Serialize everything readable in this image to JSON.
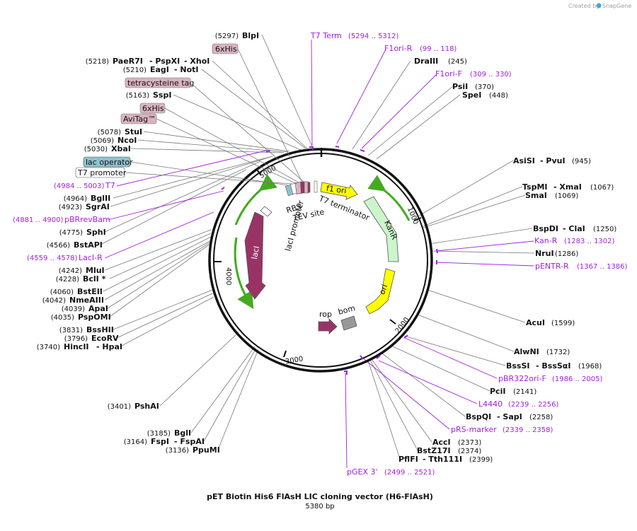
{
  "credit": {
    "prefix": "Created by",
    "brand": "SnapGene"
  },
  "plasmid": {
    "name": "pET Biotin His6 FlAsH LIC cloning vector (H6-FlAsH)",
    "length_label": "5380 bp"
  },
  "ticks": [
    "1000",
    "2000",
    "3000",
    "4000",
    "5000"
  ],
  "sites": [
    {
      "name": "BlpI",
      "pos": "(5297)"
    },
    {
      "name": "PaeR7I",
      "extra": "- PspXI",
      "extra2": "- XhoI",
      "pos": "(5218)"
    },
    {
      "name": "EagI",
      "extra": "- NotI",
      "pos": "(5210)"
    },
    {
      "name": "SspI",
      "pos": "(5163)"
    },
    {
      "name": "StuI",
      "pos": "(5078)"
    },
    {
      "name": "NcoI",
      "pos": "(5069)"
    },
    {
      "name": "XbaI",
      "pos": "(5030)"
    },
    {
      "name": "BglII",
      "pos": "(4964)"
    },
    {
      "name": "SgrAI",
      "pos": "(4923)"
    },
    {
      "name": "SphI",
      "pos": "(4775)"
    },
    {
      "name": "BstAPI",
      "pos": "(4566)"
    },
    {
      "name": "MluI",
      "pos": "(4242)"
    },
    {
      "name": "BclI *",
      "pos": "(4228)"
    },
    {
      "name": "BstEII",
      "pos": "(4060)"
    },
    {
      "name": "NmeAIII",
      "pos": "(4042)"
    },
    {
      "name": "ApaI",
      "pos": "(4039)"
    },
    {
      "name": "PspOMI",
      "pos": "(4035)"
    },
    {
      "name": "BssHII",
      "pos": "(3831)"
    },
    {
      "name": "EcoRV",
      "pos": "(3796)"
    },
    {
      "name": "HincII",
      "extra": "- HpaI",
      "pos": "(3740)"
    },
    {
      "name": "PshAI",
      "pos": "(3401)"
    },
    {
      "name": "BglI",
      "pos": "(3185)"
    },
    {
      "name": "FspI",
      "extra": "- FspAI",
      "pos": "(3164)"
    },
    {
      "name": "PpuMI",
      "pos": "(3136)"
    },
    {
      "name": "DraIII",
      "pos": "(245)"
    },
    {
      "name": "PsiI",
      "pos": "(370)"
    },
    {
      "name": "SpeI",
      "pos": "(448)"
    },
    {
      "name": "AsiSI",
      "extra": "- PvuI",
      "pos": "(945)"
    },
    {
      "name": "TspMI",
      "extra": "- XmaI",
      "pos": "(1067)"
    },
    {
      "name": "SmaI",
      "pos": "(1069)"
    },
    {
      "name": "BspDI",
      "extra": "- ClaI",
      "pos": "(1250)"
    },
    {
      "name": "NruI",
      "pos": "(1286)"
    },
    {
      "name": "AcuI",
      "pos": "(1599)"
    },
    {
      "name": "AlwNI",
      "pos": "(1732)"
    },
    {
      "name": "BssSI",
      "extra": "- BssSαI",
      "pos": "(1968)"
    },
    {
      "name": "PciI",
      "pos": "(2141)"
    },
    {
      "name": "BspQI",
      "extra": "- SapI",
      "pos": "(2258)"
    },
    {
      "name": "AccI",
      "pos": "(2373)"
    },
    {
      "name": "BstZ17I",
      "pos": "(2374)"
    },
    {
      "name": "PflFI",
      "extra": "- Tth111I",
      "pos": "(2399)"
    }
  ],
  "primers": [
    {
      "name": "T7 Term",
      "pos": "(5294 .. 5312)"
    },
    {
      "name": "F1ori-R",
      "pos": "(99 .. 118)"
    },
    {
      "name": "F1ori-F",
      "pos": "(309 .. 330)"
    },
    {
      "name": "T7",
      "pos": "(4984 .. 5003)"
    },
    {
      "name": "pBRrevBam",
      "pos": "(4881 .. 4900)"
    },
    {
      "name": "LacI-R",
      "pos": "(4559 .. 4578)"
    },
    {
      "name": "Kan-R",
      "pos": "(1283 .. 1302)"
    },
    {
      "name": "pENTR-R",
      "pos": "(1367 .. 1386)"
    },
    {
      "name": "pBR322ori-F",
      "pos": "(1986 .. 2005)"
    },
    {
      "name": "L4440",
      "pos": "(2239 .. 2256)"
    },
    {
      "name": "pRS-marker",
      "pos": "(2339 .. 2358)"
    },
    {
      "name": "pGEX 3'",
      "pos": "(2499 .. 2521)"
    }
  ],
  "boxed_features": [
    {
      "name": "6xHis",
      "color": "#d9b3c0"
    },
    {
      "name": "tetracysteine tag",
      "color": "#d9b3c0"
    },
    {
      "name": "6xHis",
      "color": "#d9b3c0"
    },
    {
      "name": "AviTag™",
      "color": "#d9b3c0"
    },
    {
      "name": "lac operator",
      "color": "#8fc1cf"
    },
    {
      "name": "T7 promoter",
      "color": "#ffffff"
    }
  ],
  "features": {
    "f1_ori": "f1 ori",
    "kanr": "KanR",
    "ori": "ori",
    "laci": "lacI",
    "laci_promoter": "lacI promoter",
    "rop": "rop",
    "bom": "bom",
    "rbs": "RBS",
    "tev": "TEV site",
    "t7_terminator": "T7 terminator"
  },
  "colors": {
    "f1_ori": "#ffff00",
    "kanr": "#ccf5cc",
    "ori": "#ffff00",
    "laci": "#993366",
    "rop": "#993366",
    "bom": "#999999",
    "primer": "#a020e0",
    "backbone": "#111111",
    "inner_arrow": "#44aa22"
  }
}
